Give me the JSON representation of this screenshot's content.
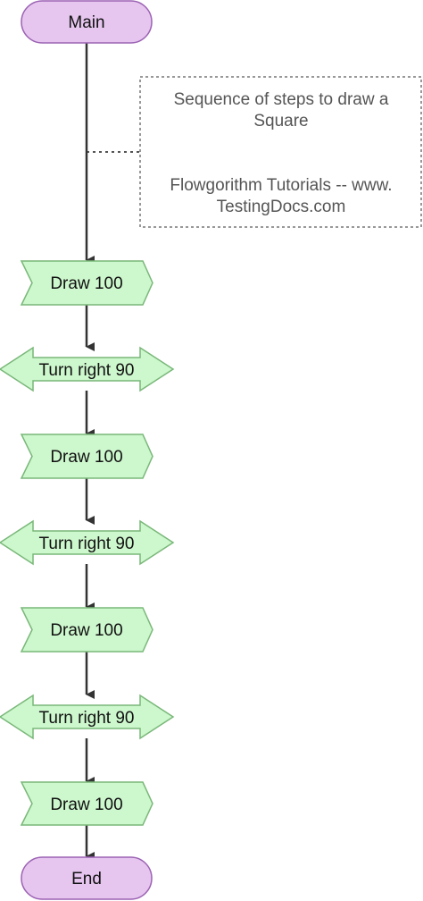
{
  "diagram": {
    "start_label": "Main",
    "end_label": "End",
    "steps": [
      {
        "kind": "output",
        "label": "Draw 100"
      },
      {
        "kind": "call",
        "label": "Turn right 90"
      },
      {
        "kind": "output",
        "label": "Draw 100"
      },
      {
        "kind": "call",
        "label": "Turn right 90"
      },
      {
        "kind": "output",
        "label": "Draw 100"
      },
      {
        "kind": "call",
        "label": "Turn right 90"
      },
      {
        "kind": "output",
        "label": "Draw 100"
      }
    ],
    "comment": {
      "line1": "Sequence of steps to draw a",
      "line2": "Square",
      "line3": "Flowgorithm Tutorials -- www.",
      "line4": "TestingDocs.com"
    }
  },
  "colors": {
    "terminal_fill": "#e6c6ef",
    "terminal_stroke": "#9b62b3",
    "step_fill": "#cdf7cd",
    "step_stroke": "#79b779",
    "arrow": "#333333",
    "comment_border": "#777777",
    "comment_text": "#555555"
  }
}
